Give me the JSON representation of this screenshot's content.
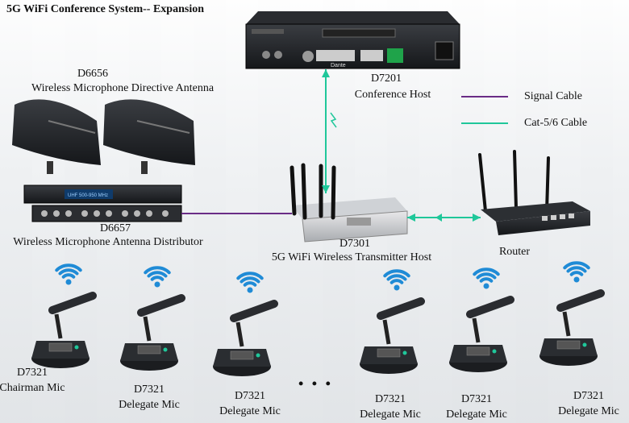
{
  "title": "5G WiFi Conference System-- Expansion",
  "host": {
    "model": "D7201",
    "name": "Conference Host",
    "badge": "Dante"
  },
  "antenna": {
    "model": "D6656",
    "name": "Wireless Microphone Directive Antenna"
  },
  "distributor": {
    "model": "D6657",
    "name": "Wireless Microphone Antenna Distributor",
    "screen": "UHF 500-950 MHz"
  },
  "transmitter": {
    "model": "D7301",
    "name": "5G WiFi Wireless Transmitter Host"
  },
  "router": {
    "name": "Router"
  },
  "legend": {
    "signal": {
      "label": "Signal Cable",
      "color": "#6a2c86"
    },
    "cat": {
      "label": "Cat-5/6 Cable",
      "color": "#1fc79a"
    }
  },
  "mics": [
    {
      "model": "D7321",
      "role": "Chairman Mic"
    },
    {
      "model": "D7321",
      "role": "Delegate Mic"
    },
    {
      "model": "D7321",
      "role": "Delegate Mic"
    },
    {
      "model": "D7321",
      "role": "Delegate Mic"
    },
    {
      "model": "D7321",
      "role": "Delegate Mic"
    },
    {
      "model": "D7321",
      "role": "Delegate Mic"
    }
  ],
  "ellipsis": "• • •",
  "wifi_color": "#1f8bd6"
}
